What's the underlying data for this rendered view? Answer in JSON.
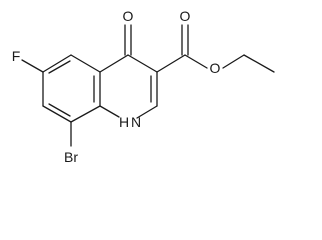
{
  "molecule": {
    "atoms": {
      "fluorine": "F",
      "bromine": "Br",
      "ketone_oxygen": "O",
      "ester_carbonyl_oxygen": "O",
      "ester_ether_oxygen": "O",
      "ring_nitrogen": "H",
      "ring_nitrogen_hydrogen": "N"
    }
  }
}
